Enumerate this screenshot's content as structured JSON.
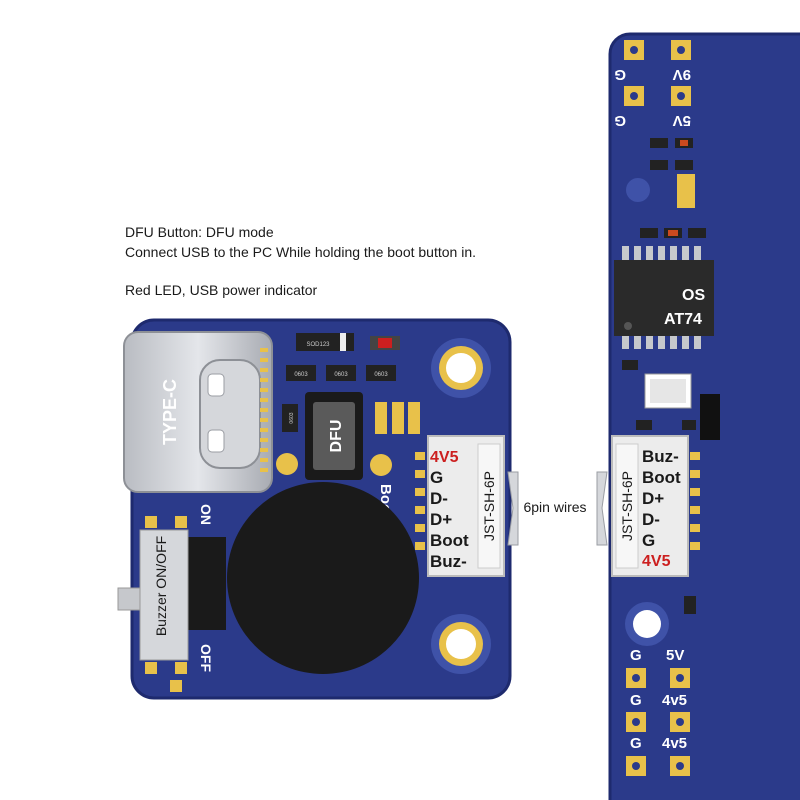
{
  "notes": {
    "dfu_title": "DFU Button: DFU mode",
    "dfu_instruction": "Connect USB to the PC While holding the boot button in.",
    "led_note": "Red LED, USB power indicator"
  },
  "left_board": {
    "usb_label": "TYPE-C",
    "dfu_button_label": "DFU",
    "boot_label": "Boot",
    "switch_label": "Buzzer ON/OFF",
    "on_label": "ON",
    "off_label": "OFF",
    "connector_label": "JST-SH-6P",
    "pins": [
      "4V5",
      "G",
      "D-",
      "D+",
      "Boot",
      "Buz-"
    ],
    "components": [
      "SOD123",
      "0603",
      "0603",
      "0603",
      "0603"
    ]
  },
  "wires_label": "6pin wires",
  "right_board": {
    "top_pads": [
      "G",
      "9V",
      "G",
      "5V"
    ],
    "chip_label_1": "OS",
    "chip_label_2": "AT74",
    "connector_label": "JST-SH-6P",
    "pins": [
      "Buz-",
      "Boot",
      "D+",
      "D-",
      "G",
      "4V5"
    ],
    "bottom_pads": [
      "G",
      "5V",
      "G",
      "4v5",
      "G",
      "4v5"
    ]
  },
  "colors": {
    "pcb": "#2b3a8a",
    "pcb_edge": "#1e2a6e",
    "gold": "#e8c14a",
    "pin_red": "#cc1f1f",
    "silkscreen": "#ffffff"
  }
}
